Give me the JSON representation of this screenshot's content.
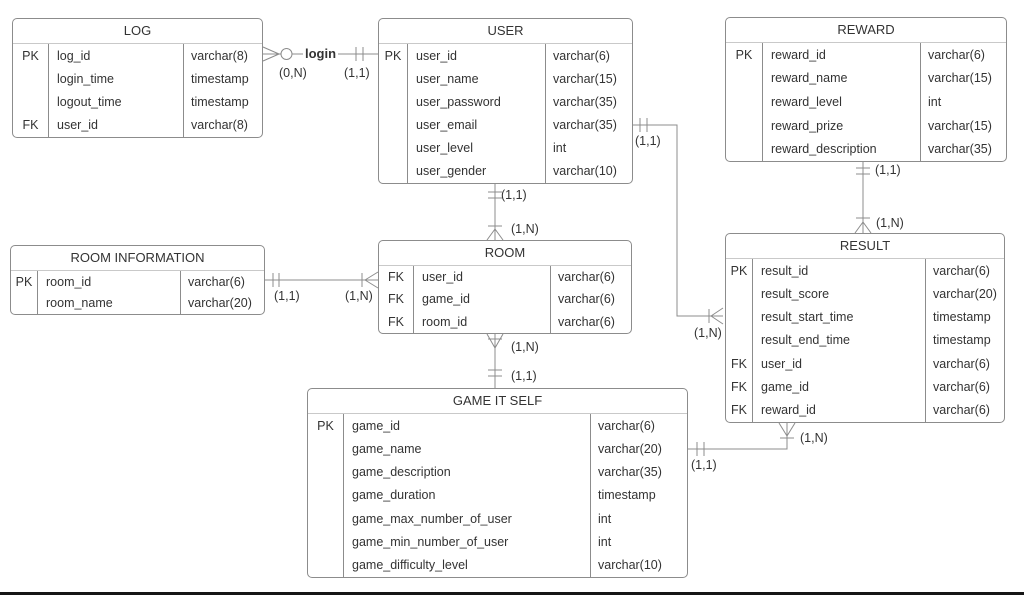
{
  "diagram": {
    "entities": [
      {
        "id": "log",
        "title": "LOG",
        "rows": [
          {
            "key": "PK",
            "field": "log_id",
            "type": "varchar(8)"
          },
          {
            "key": "",
            "field": "login_time",
            "type": "timestamp"
          },
          {
            "key": "",
            "field": "logout_time",
            "type": "timestamp"
          },
          {
            "key": "FK",
            "field": "user_id",
            "type": "varchar(8)"
          }
        ]
      },
      {
        "id": "user",
        "title": "USER",
        "rows": [
          {
            "key": "PK",
            "field": "user_id",
            "type": "varchar(6)"
          },
          {
            "key": "",
            "field": "user_name",
            "type": "varchar(15)"
          },
          {
            "key": "",
            "field": "user_password",
            "type": "varchar(35)"
          },
          {
            "key": "",
            "field": "user_email",
            "type": "varchar(35)"
          },
          {
            "key": "",
            "field": "user_level",
            "type": "int"
          },
          {
            "key": "",
            "field": "user_gender",
            "type": "varchar(10)"
          }
        ]
      },
      {
        "id": "reward",
        "title": "REWARD",
        "rows": [
          {
            "key": "PK",
            "field": "reward_id",
            "type": "varchar(6)"
          },
          {
            "key": "",
            "field": "reward_name",
            "type": "varchar(15)"
          },
          {
            "key": "",
            "field": "reward_level",
            "type": "int"
          },
          {
            "key": "",
            "field": "reward_prize",
            "type": "varchar(15)"
          },
          {
            "key": "",
            "field": "reward_description",
            "type": "varchar(35)"
          }
        ]
      },
      {
        "id": "room_information",
        "title": "ROOM INFORMATION",
        "rows": [
          {
            "key": "PK",
            "field": "room_id",
            "type": "varchar(6)"
          },
          {
            "key": "",
            "field": "room_name",
            "type": "varchar(20)"
          }
        ]
      },
      {
        "id": "room",
        "title": "ROOM",
        "rows": [
          {
            "key": "FK",
            "field": "user_id",
            "type": "varchar(6)"
          },
          {
            "key": "FK",
            "field": "game_id",
            "type": "varchar(6)"
          },
          {
            "key": "FK",
            "field": "room_id",
            "type": "varchar(6)"
          }
        ]
      },
      {
        "id": "result",
        "title": "RESULT",
        "rows": [
          {
            "key": "PK",
            "field": "result_id",
            "type": "varchar(6)"
          },
          {
            "key": "",
            "field": "result_score",
            "type": "varchar(20)"
          },
          {
            "key": "",
            "field": "result_start_time",
            "type": "timestamp"
          },
          {
            "key": "",
            "field": "result_end_time",
            "type": "timestamp"
          },
          {
            "key": "FK",
            "field": "user_id",
            "type": "varchar(6)"
          },
          {
            "key": "FK",
            "field": "game_id",
            "type": "varchar(6)"
          },
          {
            "key": "FK",
            "field": "reward_id",
            "type": "varchar(6)"
          }
        ]
      },
      {
        "id": "game_it_self",
        "title": "GAME IT SELF",
        "rows": [
          {
            "key": "PK",
            "field": "game_id",
            "type": "varchar(6)"
          },
          {
            "key": "",
            "field": "game_name",
            "type": "varchar(20)"
          },
          {
            "key": "",
            "field": "game_description",
            "type": "varchar(35)"
          },
          {
            "key": "",
            "field": "game_duration",
            "type": "timestamp"
          },
          {
            "key": "",
            "field": "game_max_number_of_user",
            "type": "int"
          },
          {
            "key": "",
            "field": "game_min_number_of_user",
            "type": "int"
          },
          {
            "key": "",
            "field": "game_difficulty_level",
            "type": "varchar(10)"
          }
        ]
      }
    ],
    "relationships": [
      {
        "id": "log-user",
        "from": "LOG",
        "to": "USER",
        "label": "login",
        "from_card": "(0,N)",
        "to_card": "(1,1)"
      },
      {
        "id": "user-room",
        "from": "USER",
        "to": "ROOM",
        "from_card": "(1,1)",
        "to_card": "(1,N)"
      },
      {
        "id": "user-result",
        "from": "USER",
        "to": "RESULT",
        "from_card": "(1,1)",
        "to_card": "(1,N)"
      },
      {
        "id": "reward-result",
        "from": "REWARD",
        "to": "RESULT",
        "from_card": "(1,1)",
        "to_card": "(1,N)"
      },
      {
        "id": "roominfo-room",
        "from": "ROOM INFORMATION",
        "to": "ROOM",
        "from_card": "(1,1)",
        "to_card": "(1,N)"
      },
      {
        "id": "room-game",
        "from": "ROOM",
        "to": "GAME IT SELF",
        "from_card": "(1,N)",
        "to_card": "(1,1)"
      },
      {
        "id": "result-game",
        "from": "RESULT",
        "to": "GAME IT SELF",
        "from_card": "(1,N)",
        "to_card": "(1,1)"
      }
    ],
    "line_color": "#8c8c8c",
    "text_color": "#333333"
  }
}
